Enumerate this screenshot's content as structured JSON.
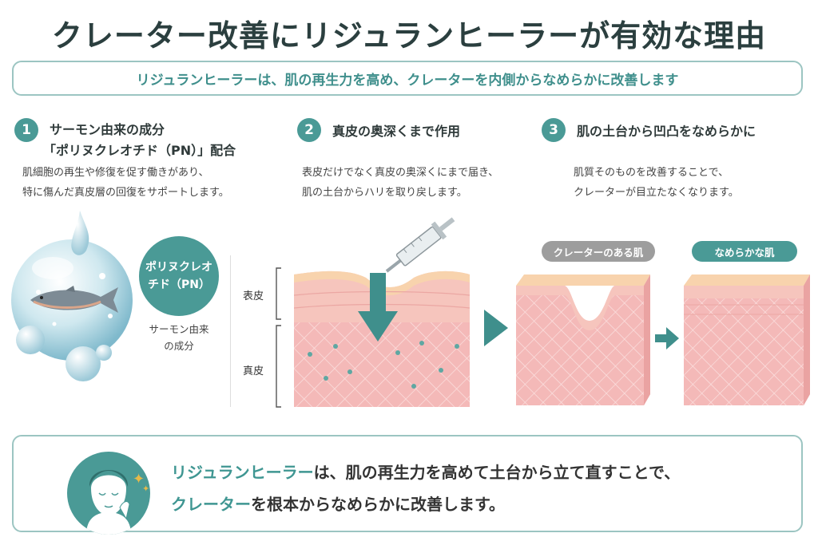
{
  "title": "クレーター改善にリジュランヒーラーが有効な理由",
  "subtitle": "リジュランヒーラーは、肌の再生力を高め、クレーターを内側からなめらかに改善します",
  "steps": [
    {
      "number": "1",
      "title_line1": "サーモン由来の成分",
      "title_line2": "「ポリヌクレオチド（PN）」配合",
      "desc_line1": "肌細胞の再生や修復を促す働きがあり、",
      "desc_line2": "特に傷んだ真皮層の回復をサポートします。"
    },
    {
      "number": "2",
      "title_line1": "真皮の奥深くまで作用",
      "desc_line1": "表皮だけでなく真皮の奥深くにまで届き、",
      "desc_line2": "肌の土台からハリを取り戻します。"
    },
    {
      "number": "3",
      "title_line1": "肌の土台から凹凸をなめらかに",
      "desc_line1": "肌質そのものを改善することで、",
      "desc_line2": "クレーターが目立たなくなります。"
    }
  ],
  "pn": {
    "line1": "ポリヌクレオ",
    "line2": "チド（PN）",
    "note_line1": "サーモン由来",
    "note_line2": "の成分"
  },
  "layers": {
    "epidermis": "表皮",
    "dermis": "真皮"
  },
  "comparison": {
    "before": "クレーターのある肌",
    "after": "なめらかな肌"
  },
  "bottom": {
    "line1_accent": "リジュランヒーラー",
    "line1_rest": "は、肌の再生力を高めて土台から立て直すことで、",
    "line2_accent": "クレーター",
    "line2_rest": "を根本からなめらかに改善します。"
  },
  "icons": [
    "water-bubble-icon",
    "salmon-icon",
    "syringe-icon",
    "down-arrow-icon",
    "right-arrow-icon",
    "face-icon",
    "sparkle-icon"
  ],
  "colors": {
    "accent": "#4a9a96",
    "accent_text": "#3f8f8c",
    "skin_light": "#f6c3c1",
    "skin_surface": "#f8d3ad",
    "border": "#9cc5c2"
  }
}
